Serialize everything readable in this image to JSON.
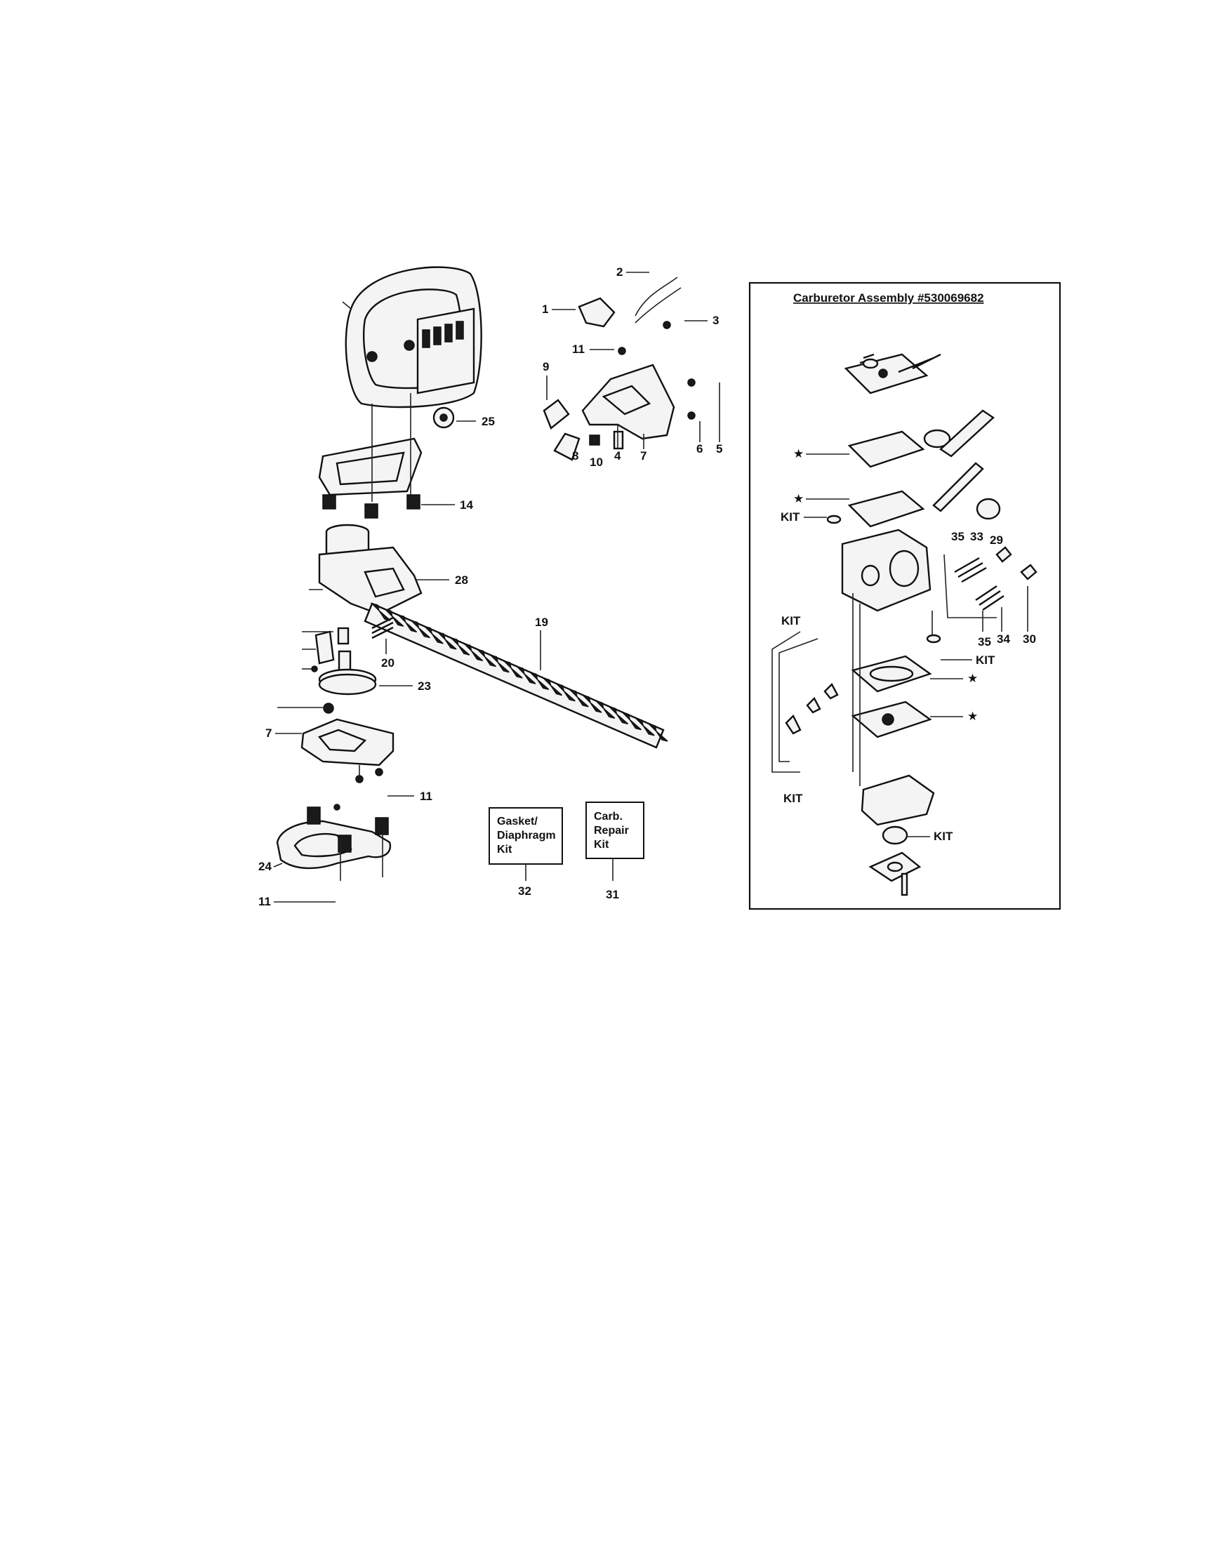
{
  "carburetor_box": {
    "title": "Carburetor Assembly #530069682"
  },
  "kit_boxes": [
    {
      "lines": [
        "Gasket/",
        "Diaphragm",
        "Kit"
      ],
      "number": "32"
    },
    {
      "lines": [
        "Carb.",
        "Repair",
        "Kit"
      ],
      "number": "31"
    }
  ],
  "labels": {
    "l2": "2",
    "l1": "1",
    "l3": "3",
    "l11a": "11",
    "l9": "9",
    "l6": "6",
    "l5": "5",
    "l8": "8",
    "l10": "10",
    "l4": "4",
    "l7a": "7",
    "l25": "25",
    "l14": "14",
    "l28": "28",
    "l19": "19",
    "l20": "20",
    "l23": "23",
    "l7b": "7",
    "l11b": "11",
    "l24": "24",
    "l11c": "11",
    "c_star1": "★",
    "c_star2": "★",
    "c_kit1": "KIT",
    "c_kit2": "KIT",
    "c_kit3": "KIT",
    "c_kit4": "KIT",
    "c_kit5": "KIT",
    "c35a": "35",
    "c33": "33",
    "c29": "29",
    "c35b": "35",
    "c34": "34",
    "c30": "30",
    "c_star3": "★",
    "c_star4": "★"
  }
}
